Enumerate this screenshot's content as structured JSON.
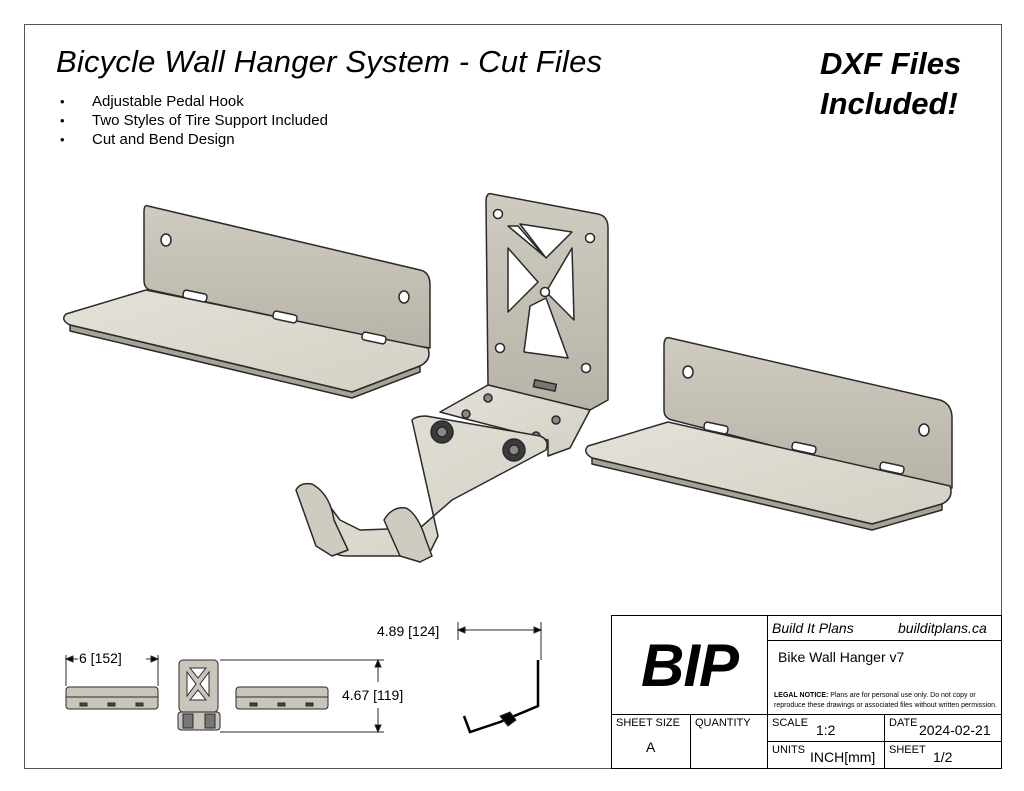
{
  "title": "Bicycle Wall Hanger System - Cut Files",
  "badge": {
    "line1": "DXF Files",
    "line2": "Included!"
  },
  "features": [
    "Adjustable Pedal Hook",
    "Two Styles of Tire Support Included",
    "Cut and Bend Design"
  ],
  "dimensions": {
    "width": "6 [152]",
    "height": "4.67 [119]",
    "depth": "4.89 [124]"
  },
  "title_block": {
    "logo": "BIP",
    "company": "Build It Plans",
    "website": "builditplans.ca",
    "drawing_title": "Bike Wall Hanger v7",
    "legal_label": "LEGAL NOTICE:",
    "legal_text": "Plans are for personal use only. Do not copy or reproduce these drawings or associated files without written permission.",
    "sheet_size_label": "SHEET SIZE",
    "sheet_size": "A",
    "quantity_label": "QUANTITY",
    "quantity": "",
    "scale_label": "SCALE",
    "scale": "1:2",
    "date_label": "DATE",
    "date": "2024-02-21",
    "units_label": "UNITS",
    "units": "INCH[mm]",
    "sheet_label": "SHEET",
    "sheet": "1/2"
  },
  "colors": {
    "metal": "#d9d6cc",
    "metal_dark": "#aaa59a",
    "outline": "#2a2a2a",
    "frame": "#555555"
  }
}
